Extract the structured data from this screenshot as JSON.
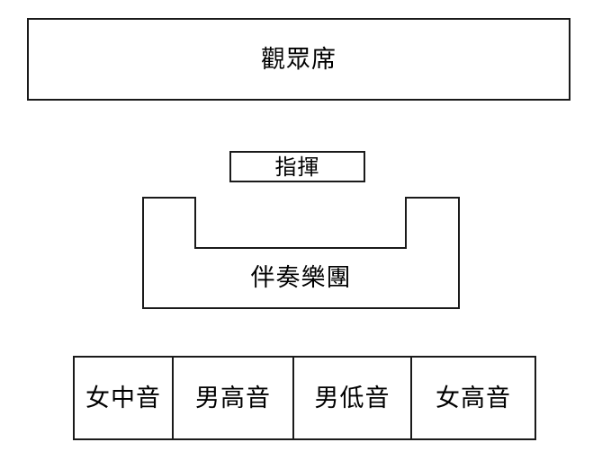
{
  "diagram": {
    "title_text": "",
    "audience": {
      "label": "觀眾席"
    },
    "conductor": {
      "label": "指揮"
    },
    "orchestra": {
      "label": "伴奏樂團"
    },
    "voice_parts": [
      {
        "label": "女中音"
      },
      {
        "label": "男高音"
      },
      {
        "label": "男低音"
      },
      {
        "label": "女高音"
      }
    ],
    "colors": {
      "outline": "#1a1a1a",
      "background": "#ffffff",
      "text": "#000000"
    }
  }
}
